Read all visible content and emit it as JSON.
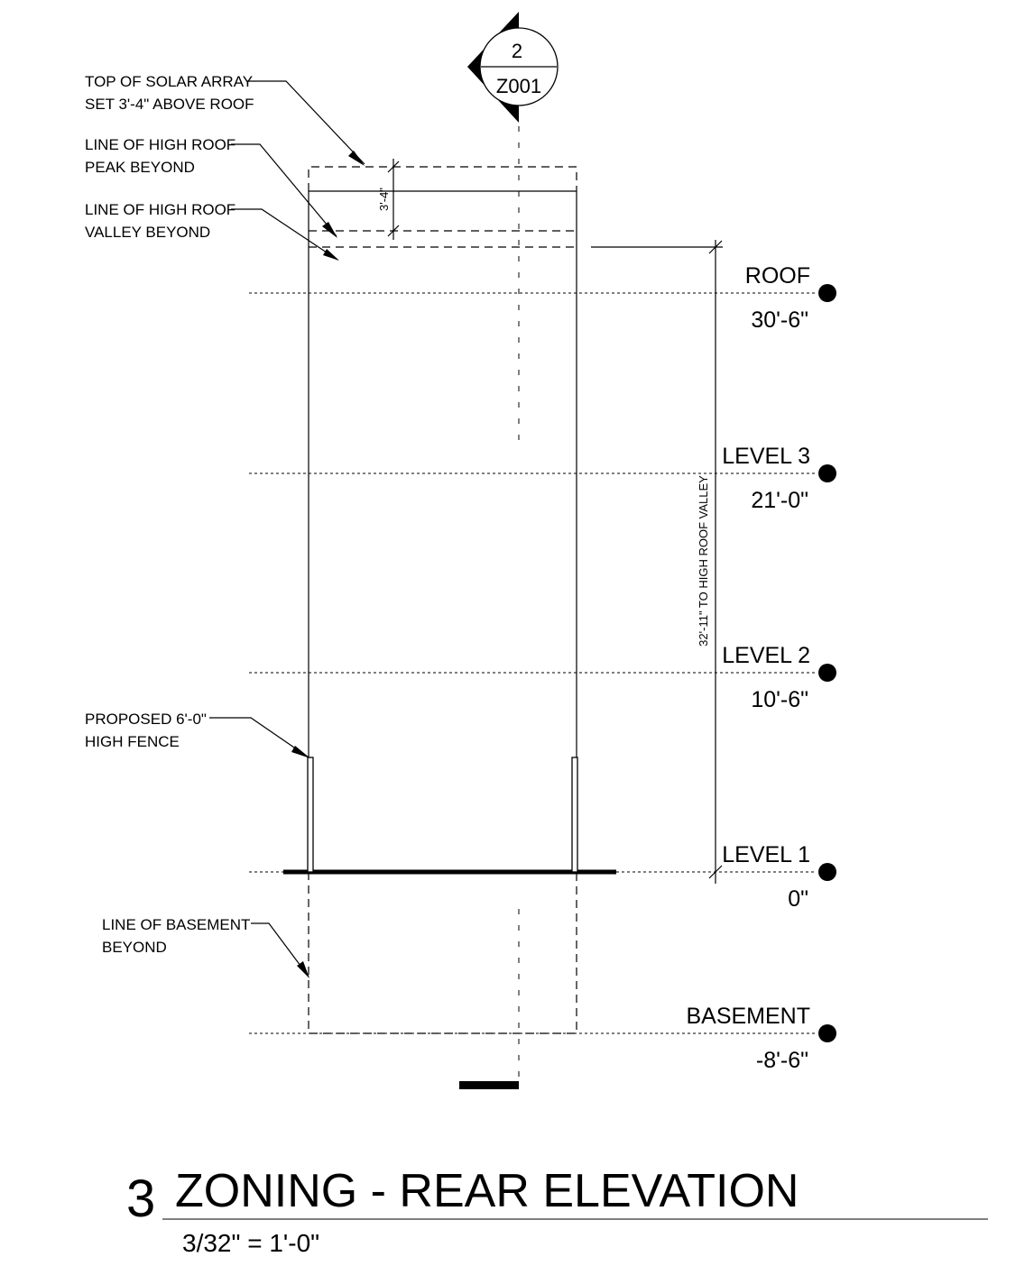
{
  "section_marker": {
    "number": "2",
    "sheet": "Z001"
  },
  "notes": {
    "solar_array": [
      "TOP OF SOLAR ARRAY",
      "SET 3'-4\" ABOVE ROOF"
    ],
    "high_roof_peak": [
      "LINE OF HIGH ROOF",
      "PEAK BEYOND"
    ],
    "high_roof_valley": [
      "LINE OF HIGH ROOF",
      "VALLEY BEYOND"
    ],
    "fence": [
      "PROPOSED 6'-0\"",
      "HIGH FENCE"
    ],
    "basement_line": [
      "LINE OF BASEMENT",
      "BEYOND"
    ]
  },
  "dimensions": {
    "solar_height": "3'-4\"",
    "overall_height": "32'-11\" TO HIGH ROOF VALLEY"
  },
  "levels": [
    {
      "name": "ROOF",
      "elevation": "30'-6\""
    },
    {
      "name": "LEVEL 3",
      "elevation": "21'-0\""
    },
    {
      "name": "LEVEL 2",
      "elevation": "10'-6\""
    },
    {
      "name": "LEVEL 1",
      "elevation": "0\""
    },
    {
      "name": "BASEMENT",
      "elevation": "-8'-6\""
    }
  ],
  "title": {
    "number": "3",
    "text": "ZONING - REAR ELEVATION",
    "scale": "3/32\" = 1'-0\""
  }
}
